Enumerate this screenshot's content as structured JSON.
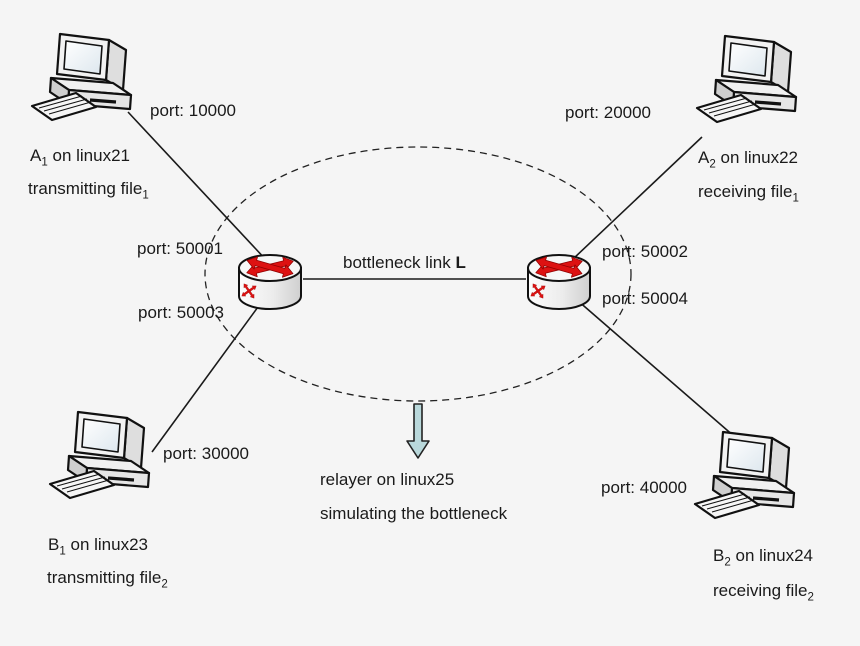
{
  "title": "network bottleneck simulation diagram",
  "colors": {
    "background": "#f5f5f5",
    "line": "#1a1a1a",
    "router_arrow_red": "#dd1212",
    "down_arrow_fill": "#b9d8db"
  },
  "hosts": [
    {
      "id": "a1",
      "port": "port: 10000",
      "name_main": "A",
      "name_sub": "1",
      "name_rest": " on linux21",
      "action_main": "transmitting file",
      "action_sub": "1"
    },
    {
      "id": "a2",
      "port": "port: 20000",
      "name_main": "A",
      "name_sub": "2",
      "name_rest": " on linux22",
      "action_main": "receiving file",
      "action_sub": "1"
    },
    {
      "id": "b1",
      "port": "port: 30000",
      "name_main": "B",
      "name_sub": "1",
      "name_rest": " on linux23",
      "action_main": "transmitting file",
      "action_sub": "2"
    },
    {
      "id": "b2",
      "port": "port: 40000",
      "name_main": "B",
      "name_sub": "2",
      "name_rest": " on linux24",
      "action_main": "receiving file",
      "action_sub": "2"
    }
  ],
  "routers": [
    {
      "id": "router-left",
      "port_top": "port: 50001",
      "port_bottom": "port: 50003"
    },
    {
      "id": "router-right",
      "port_top": "port: 50002",
      "port_bottom": "port: 50004"
    }
  ],
  "link": {
    "label": "bottleneck link ",
    "label_bold": "L"
  },
  "relayer": {
    "line1": "relayer on linux25",
    "line2": "simulating the bottleneck"
  }
}
